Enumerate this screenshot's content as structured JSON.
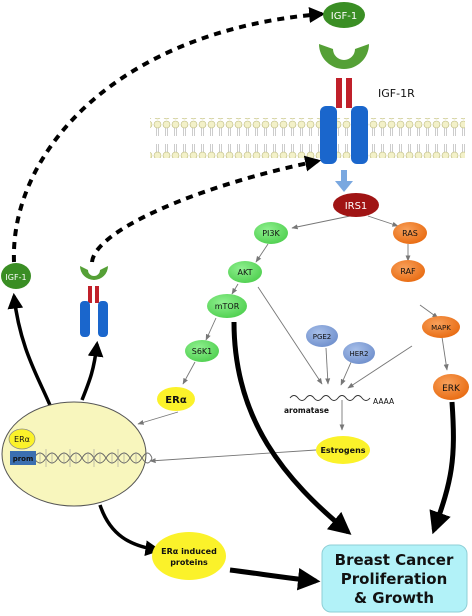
{
  "labels": {
    "igf1_top": "IGF-1",
    "igf1r": "IGF-1R",
    "irs1": "IRS1",
    "pi3k": "PI3K",
    "ras": "RAS",
    "akt": "AKT",
    "raf": "RAF",
    "mtor": "mTOR",
    "mapk": "MAPK",
    "s6k1": "S6K1",
    "pge2": "PGE2",
    "her2": "HER2",
    "era": "ERα",
    "erk": "ERK",
    "aromatase": "aromatase",
    "aaaa": "AAAA",
    "estrogens": "Estrogens",
    "igf1_left": "IGF-1",
    "nucleus_era": "ERα",
    "prom": "prom",
    "era_induced_line1": "ERα induced",
    "era_induced_line2": "proteins",
    "outcome_line1": "Breast Cancer",
    "outcome_line2": "Proliferation",
    "outcome_line3": "& Growth"
  },
  "colors": {
    "green_node": "#66dd66",
    "dark_green": "#3a8e24",
    "orange_node": "#f07b1a",
    "dark_red": "#a01414",
    "blue_receptor": "#1a66cc",
    "red_receptor": "#c0202a",
    "lavender": "#7f9fd6",
    "yellow": "#fbf22a",
    "pale_yellow": "#f8f6bd",
    "cyan_box": "#b2f2f8"
  }
}
